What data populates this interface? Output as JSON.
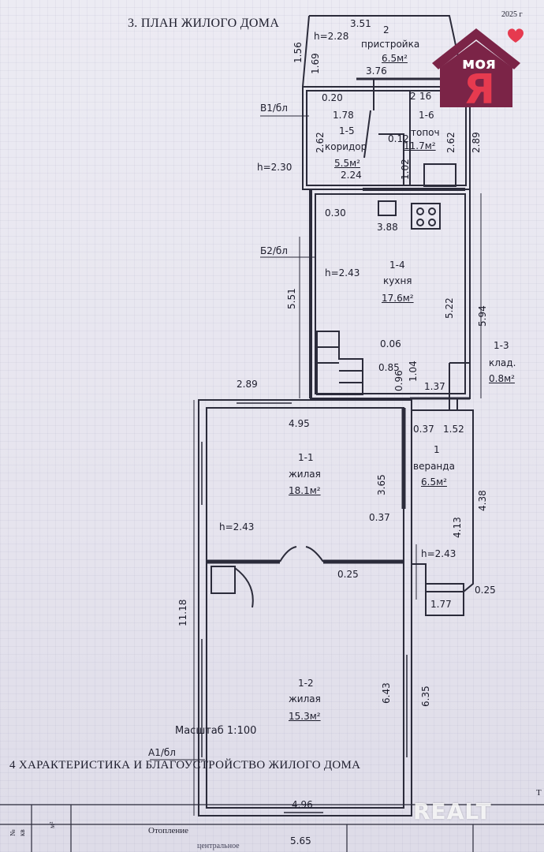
{
  "header": {
    "section3_title": "3. ПЛАН ЖИЛОГО ДОМА",
    "section4_title": "4 ХАРАКТЕРИСТИКА И БЛАГОУСТРОЙСТВО ЖИЛОГО ДОМА",
    "year_fragment": "2025 г"
  },
  "scale_label": "Масштаб 1:100",
  "axis_labels": {
    "v1": "В1/бл",
    "b2": "Б2/бл",
    "a1": "А1/бл"
  },
  "rooms": [
    {
      "num": "2",
      "name": "пристройка",
      "area": "6.5м²"
    },
    {
      "num": "1-6",
      "name": "топоч",
      "area": "11.7м²"
    },
    {
      "num": "1-5",
      "name": "коридор",
      "area": "5.5м²"
    },
    {
      "num": "1-4",
      "name": "кухня",
      "area": "17.6м²"
    },
    {
      "num": "1-3",
      "name": "клад.",
      "area": "0.8м²"
    },
    {
      "num": "1-1",
      "name": "жилая",
      "area": "18.1м²"
    },
    {
      "num": "1",
      "name": "веранда",
      "area": "6.5м²"
    },
    {
      "num": "1-2",
      "name": "жилая",
      "area": "15.3м²"
    }
  ],
  "heights": [
    "h=2.28",
    "h=2.30",
    "h=2.43",
    "h=2.43",
    "h=2.43"
  ],
  "dimensions": {
    "d351": "3.51",
    "d156": "1.56",
    "d169": "1.69",
    "d376": "3.76",
    "d2": "2",
    "d16": "16",
    "d020": "0.20",
    "d178": "1.78",
    "d262a": "2.62",
    "d012": "0.12",
    "d262b": "2.62",
    "d289": "2.89",
    "d224": "2.24",
    "d102": "1.02",
    "d030": "0.30",
    "d388": "3.88",
    "d551": "5.51",
    "d522": "5.22",
    "d594": "5.94",
    "d006": "0.06",
    "d085": "0.85",
    "d096": "0.96",
    "d104": "1.04",
    "d137": "1.37",
    "d289b": "2.89",
    "d495": "4.95",
    "d037a": "0.37",
    "d152": "1.52",
    "d365": "3.65",
    "d438": "4.38",
    "d037b": "0.37",
    "d413": "4.13",
    "d025a": "0.25",
    "d025b": "0.25",
    "d177": "1.77",
    "d1118": "11.18",
    "d643": "6.43",
    "d635": "6.35",
    "d496": "4.96",
    "d565": "5.65"
  },
  "table": {
    "row_label": "Отопление",
    "sub_label": "центральное",
    "col_fragments": [
      "№",
      "кв",
      "м²"
    ],
    "side_fragment": "Т"
  },
  "logo": {
    "text_top": "моя",
    "text_big": "Я",
    "colors": {
      "brand": "#7b2447",
      "accent": "#e63a4f"
    }
  },
  "watermark": "REALT"
}
